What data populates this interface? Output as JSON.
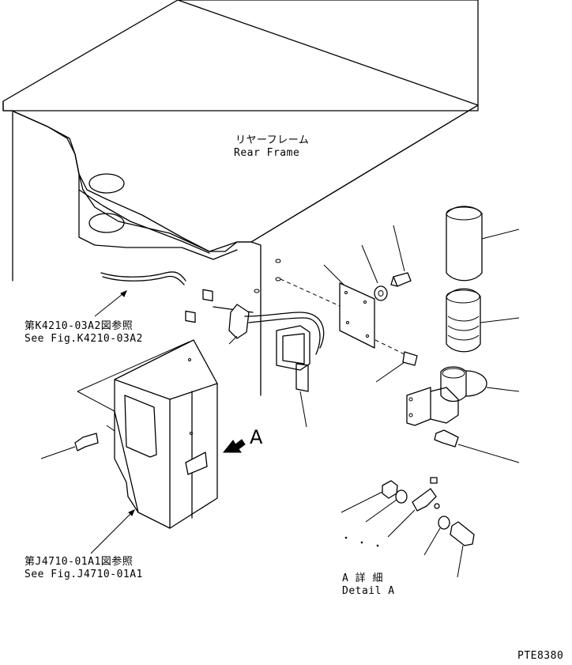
{
  "labels": {
    "rear_frame_jp": "リヤーフレーム",
    "rear_frame_en": "Rear Frame",
    "ref_k4210_jp": "第K4210-03A2図参照",
    "ref_k4210_en": "See Fig.K4210-03A2",
    "ref_j4710_jp": "第J4710-01A1図参照",
    "ref_j4710_en": "See Fig.J4710-01A1",
    "view_letter": "A",
    "detail_jp": "A 詳 細",
    "detail_en": "Detail A",
    "drawing_code": "PTE8380"
  }
}
